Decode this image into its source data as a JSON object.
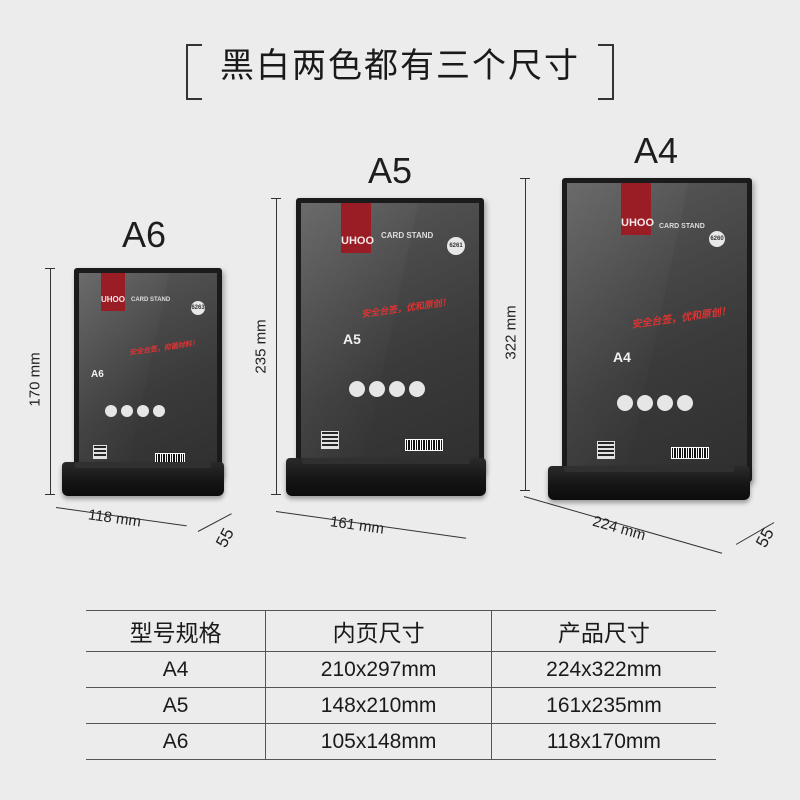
{
  "headline": "黑白两色都有三个尺寸",
  "stands": {
    "a6": {
      "label": "A6",
      "height_dim": "170 mm",
      "width_dim": "118 mm",
      "depth_dim": "55",
      "brand": "UHOO",
      "card_stand": "CARD STAND",
      "badge": "6263",
      "slogan": "安全台签，抑菌材料！",
      "mini_title": "A6"
    },
    "a5": {
      "label": "A5",
      "height_dim": "235 mm",
      "width_dim": "161 mm",
      "brand": "UHOO",
      "card_stand": "CARD STAND",
      "badge": "6261",
      "slogan": "安全台签，优和原创！",
      "mini_title": "A5"
    },
    "a4": {
      "label": "A4",
      "height_dim": "322 mm",
      "width_dim": "224 mm",
      "depth_dim": "55",
      "brand": "UHOO",
      "card_stand": "CARD STAND",
      "badge": "6260",
      "slogan": "安全台签，优和原创！",
      "mini_title": "A4"
    }
  },
  "table": {
    "headers": [
      "型号规格",
      "内页尺寸",
      "产品尺寸"
    ],
    "rows": [
      [
        "A4",
        "210x297mm",
        "224x322mm"
      ],
      [
        "A5",
        "148x210mm",
        "161x235mm"
      ],
      [
        "A6",
        "105x148mm",
        "118x170mm"
      ]
    ]
  }
}
